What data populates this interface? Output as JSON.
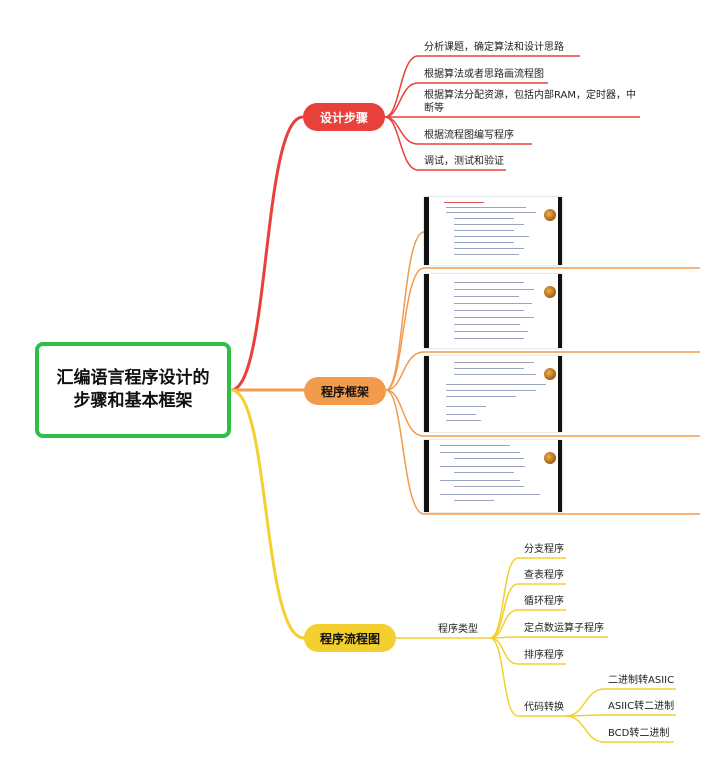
{
  "root": {
    "title": "汇编语言程序设计的步骤和基本框架"
  },
  "branches": {
    "design": {
      "label": "设计步骤",
      "items": [
        "分析课题，确定算法和设计思路",
        "根据算法或者思路画流程图",
        "根据算法分配资源，包括内部RAM，定时器，中断等",
        "根据流程图编写程序",
        "调试，测试和验证"
      ]
    },
    "frame": {
      "label": "程序框架"
    },
    "flow": {
      "label": "程序流程图",
      "sub": {
        "label": "程序类型",
        "items": [
          "分支程序",
          "查表程序",
          "循环程序",
          "定点数运算子程序",
          "排序程序",
          "代码转换"
        ],
        "convert": [
          "二进制转ASIIC",
          "ASIIC转二进制",
          "BCD转二进制"
        ]
      }
    }
  },
  "colors": {
    "root_border": "#2fbf47",
    "design": "#e8403a",
    "frame": "#f29b4c",
    "flow": "#f3d02f"
  }
}
